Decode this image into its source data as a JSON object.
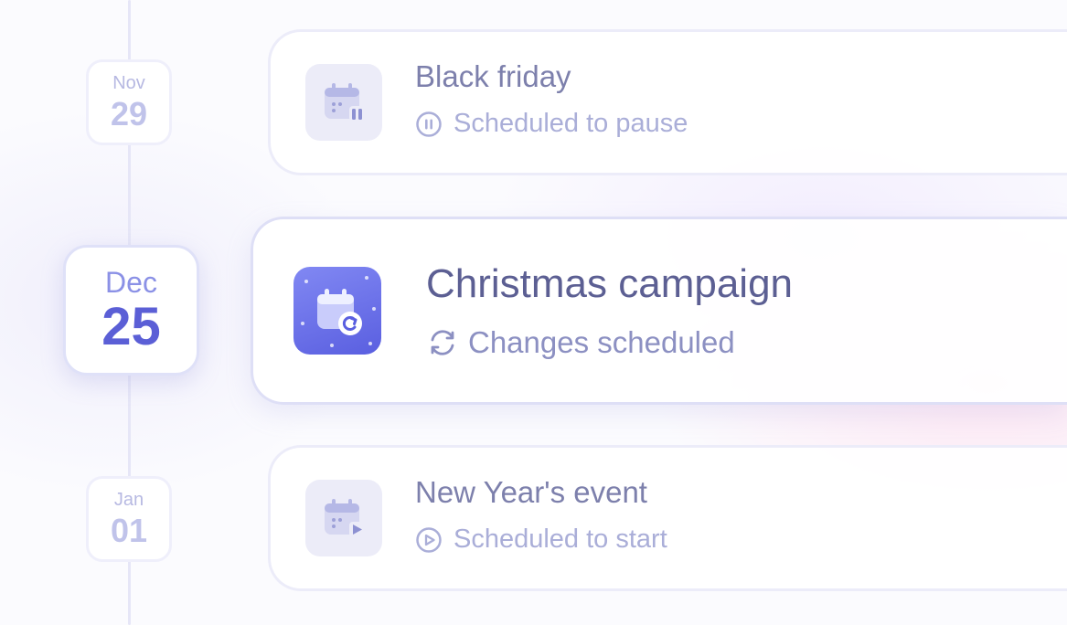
{
  "colors": {
    "accent": "#5b5fd6",
    "muted_text": "#aaaed8",
    "title_text": "#7d80ac",
    "timeline": "#e6e6f7"
  },
  "timeline": [
    {
      "month": "Nov",
      "day": "29",
      "title": "Black friday",
      "status": "Scheduled to pause",
      "status_icon": "pause-circle-icon",
      "tile_icon": "calendar-pause-icon"
    },
    {
      "month": "Dec",
      "day": "25",
      "title": "Christmas campaign",
      "status": "Changes scheduled",
      "status_icon": "sync-icon",
      "tile_icon": "calendar-refresh-icon",
      "active": true
    },
    {
      "month": "Jan",
      "day": "01",
      "title": "New Year's event",
      "status": "Scheduled to start",
      "status_icon": "play-circle-icon",
      "tile_icon": "calendar-play-icon"
    }
  ]
}
